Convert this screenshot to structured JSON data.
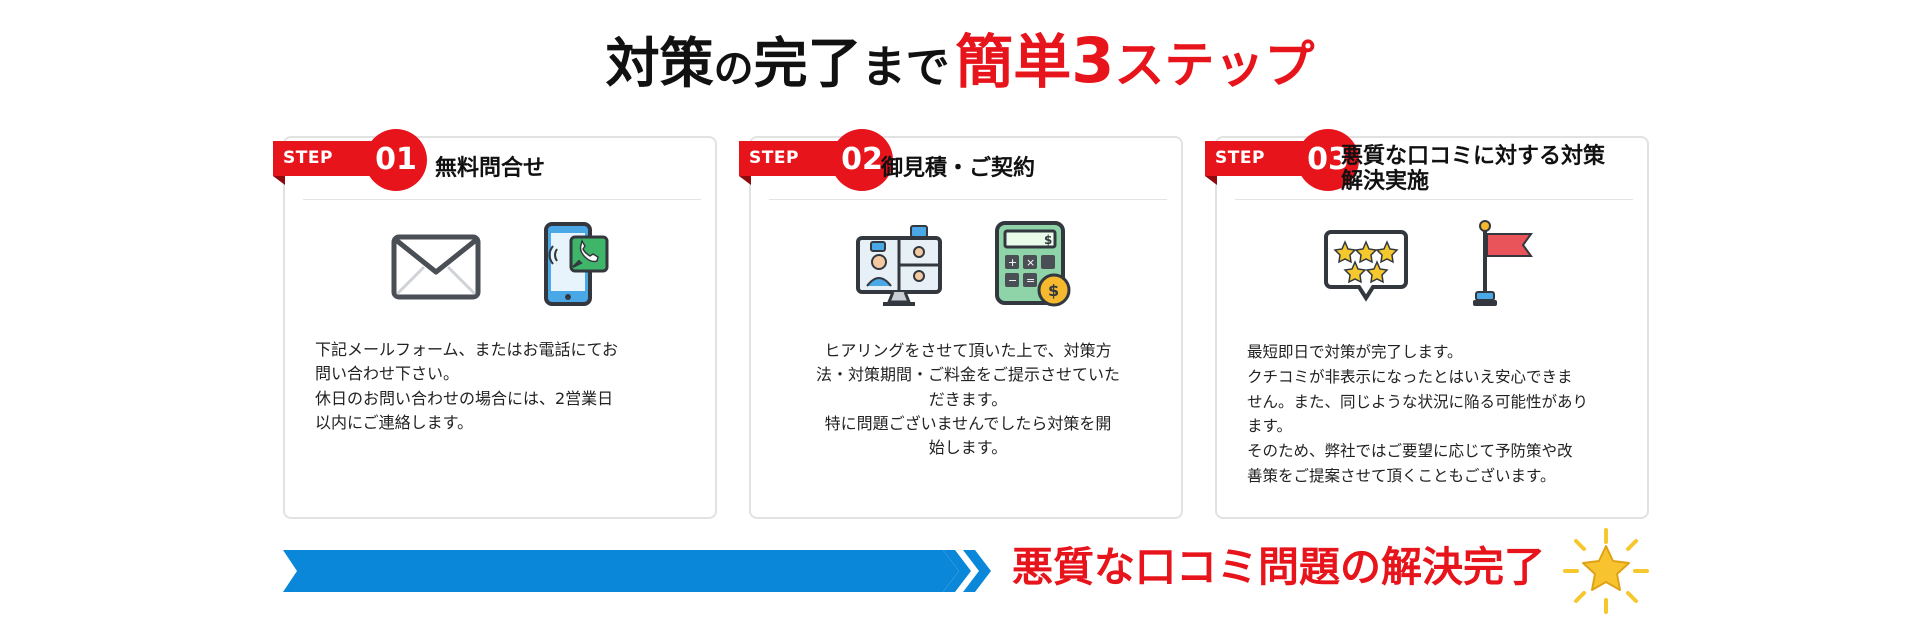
{
  "headline": {
    "part1": "対策",
    "part2": "の",
    "part3": "完了",
    "part4": "まで",
    "emphasis": "簡単",
    "number": "3",
    "emphasis2": "ステップ"
  },
  "steps": [
    {
      "badge": "STEP",
      "number": "01",
      "title": "無料問合せ",
      "icons": [
        "envelope-icon",
        "smartphone-call-icon"
      ],
      "lines": [
        "下記メールフォーム、またはお電話にてお",
        "問い合わせ下さい。",
        "休日のお問い合わせの場合には、2営業日",
        "以内にご連絡します。"
      ]
    },
    {
      "badge": "STEP",
      "number": "02",
      "title": "御見積・ご契約",
      "icons": [
        "video-meeting-icon",
        "calculator-icon"
      ],
      "lines": [
        "ヒアリングをさせて頂いた上で、対策方",
        "法・対策期間・ご料金をご提示させていた",
        "だきます。",
        "特に問題ございませんでしたら対策を開",
        "始します。"
      ]
    },
    {
      "badge": "STEP",
      "number": "03",
      "title_line1": "悪質な口コミに対する対策",
      "title_line2": "解決実施",
      "icons": [
        "star-review-icon",
        "goal-flag-icon"
      ],
      "lines": [
        "最短即日で対策が完了します。",
        "クチコミが非表示になったとはいえ安心できま",
        "せん。また、同じような状況に陥る可能性があり",
        "ます。",
        "そのため、弊社ではご要望に応じて予防策や改",
        "善策をご提案させて頂くこともございます。"
      ]
    }
  ],
  "result": {
    "text": "悪質な口コミ問題の解決完了",
    "icon": "sparkle-star-icon"
  },
  "colors": {
    "accent_red": "#e8141c",
    "arrow_blue": "#0a87d9",
    "border_gray": "#e2e2e2"
  }
}
